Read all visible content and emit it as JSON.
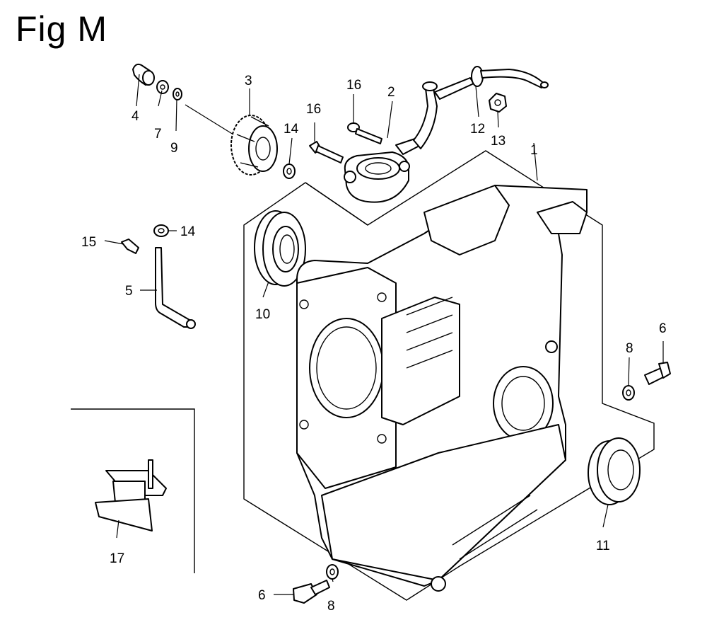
{
  "title": "Fig M",
  "parts": {
    "p1": "1",
    "p2": "2",
    "p3": "3",
    "p4": "4",
    "p5": "5",
    "p6a": "6",
    "p6b": "6",
    "p7": "7",
    "p8a": "8",
    "p8b": "8",
    "p9": "9",
    "p10": "10",
    "p11": "11",
    "p12": "12",
    "p13": "13",
    "p14a": "14",
    "p14b": "14",
    "p15": "15",
    "p16a": "16",
    "p16b": "16",
    "p17": "17"
  }
}
